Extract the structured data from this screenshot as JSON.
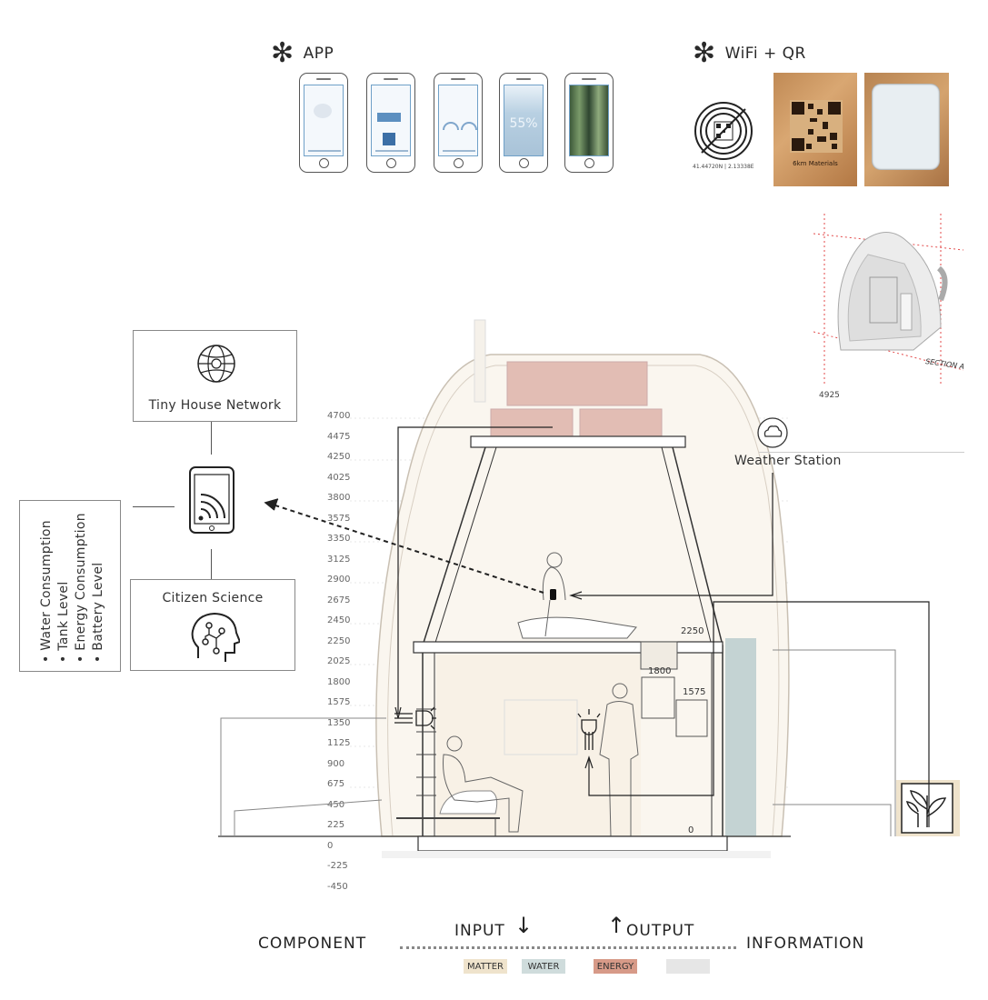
{
  "headers": {
    "app": "APP",
    "wifi_qr": "WiFi + QR"
  },
  "qr_coords": "41.44720N | 2.13338E",
  "qr_plate_text": "6km Materials",
  "section_label": "SECTION A",
  "dimension_4925": "4925",
  "app_screen_value": "55%",
  "network": {
    "title": "Tiny House Network"
  },
  "citizen_science": {
    "title": "Citizen Science"
  },
  "data_list": {
    "items": [
      "Water Consumption",
      "Tank Level",
      "Energy Consumption",
      "Battery Level"
    ]
  },
  "weather_station": "Weather Station",
  "level_marks": [
    "4700",
    "4475",
    "4250",
    "4025",
    "3800",
    "3575",
    "3350",
    "3125",
    "2900",
    "2675",
    "2450",
    "2250",
    "2025",
    "1800",
    "1575",
    "1350",
    "1125",
    "900",
    "675",
    "450",
    "225",
    "0",
    "-225",
    "-450"
  ],
  "interior_dims": {
    "d2250": "2250",
    "d1800": "1800",
    "d1575": "1575",
    "d0": "0"
  },
  "legend": {
    "component": "COMPONENT",
    "input": "INPUT",
    "output": "OUTPUT",
    "information": "INFORMATION",
    "input_arrow": "↓",
    "output_arrow": "↑",
    "chips": [
      {
        "label": "MATTER",
        "color": "#efe3cc"
      },
      {
        "label": "WATER",
        "color": "#cfdcdc"
      },
      {
        "label": "ENERGY",
        "color": "#d79a88"
      },
      {
        "label": "",
        "color": "#e6e6e6"
      }
    ]
  },
  "colors": {
    "matter": "#efe3cc",
    "water": "#b8cccc",
    "energy": "#d9a498",
    "line": "#333333"
  },
  "icons": {
    "header_star": "asterisk-icon",
    "network": "globe-network-icon",
    "phone": "smartphone-wifi-icon",
    "citizen": "head-circuit-icon",
    "weather": "cloud-icon",
    "lamp": "lamp-icon",
    "plant": "plant-icon"
  }
}
